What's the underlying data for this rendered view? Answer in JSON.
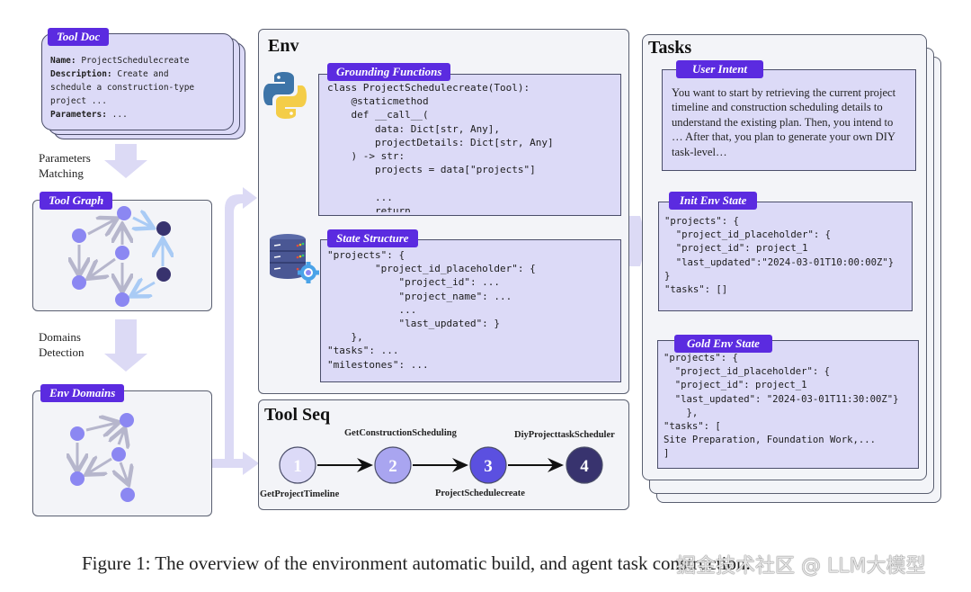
{
  "tool_doc": {
    "tag": "Tool Doc",
    "name_key": "Name:",
    "name_value": " ProjectSchedulecreate",
    "desc_key": "Description:",
    "desc_value_1": " Create and",
    "desc_value_2": "schedule a construction-type",
    "desc_value_3": "project ...",
    "params_key": "Parameters:",
    "params_value": " ..."
  },
  "flow_labels": {
    "parameters_matching": [
      "Parameters",
      "Matching"
    ],
    "domains_detection": [
      "Domains",
      "Detection"
    ]
  },
  "tool_graph": {
    "tag": "Tool Graph"
  },
  "env_domains": {
    "tag": "Env Domains"
  },
  "env": {
    "title": "Env",
    "grounding": {
      "tag": "Grounding Functions",
      "code": "class ProjectSchedulecreate(Tool):\n    @staticmethod\n    def __call__(\n        data: Dict[str, Any],\n        projectDetails: Dict[str, Any]\n    ) -> str:\n        projects = data[\"projects\"]\n\n        ...\n        return ..."
    },
    "state": {
      "tag": "State Structure",
      "code": "\"projects\": {\n        \"project_id_placeholder\": {\n            \"project_id\": ...\n            \"project_name\": ...\n            ...\n            \"last_updated\": }\n    },\n\"tasks\": ...\n\"milestones\": ..."
    },
    "icons": [
      "python-logo-icon",
      "database-gear-icon"
    ]
  },
  "tool_seq": {
    "title": "Tool Seq",
    "steps": [
      {
        "num": "1",
        "name": "GetProjectTimeline",
        "color": "#dcdaf7",
        "text_color": "#ffffff"
      },
      {
        "num": "2",
        "name": "GetConstructionScheduling",
        "color": "#a9a5f0",
        "text_color": "#ffffff"
      },
      {
        "num": "3",
        "name": "ProjectSchedulecreate",
        "color": "#5b50e0",
        "text_color": "#ffffff"
      },
      {
        "num": "4",
        "name": "DiyProjecttaskScheduler",
        "color": "#38336e",
        "text_color": "#ffffff"
      }
    ]
  },
  "tasks": {
    "title": "Tasks",
    "user_intent": {
      "tag": "User Intent",
      "text": "You want to start by retrieving the current project timeline and construction scheduling details to understand the existing plan. Then, you intend to … After that, you plan to generate your own DIY task-level…"
    },
    "init_state": {
      "tag": "Init Env State",
      "code": "\"projects\": {\n  \"project_id_placeholder\": {\n  \"project_id\": project_1\n  \"last_updated\":\"2024-03-01T10:00:00Z\"}\n}\n\"tasks\": []"
    },
    "gold_state": {
      "tag": "Gold Env State",
      "code": "\"projects\": {\n  \"project_id_placeholder\": {\n  \"project_id\": project_1\n  \"last_updated\": \"2024-03-01T11:30:00Z\"}\n    },\n\"tasks\": [\nSite Preparation, Foundation Work,...\n]"
    }
  },
  "caption": "Figure 1: The overview of the environment automatic build, and agent task construction.",
  "watermark": "掘金技术社区 @ LLM大模型",
  "colors": {
    "tag_purple": "#5b2be0",
    "card_lavender": "#dcdaf7",
    "node_blue": "#8b87f2",
    "node_dark": "#38336e",
    "arrow_flow": "#dcdaf5"
  }
}
